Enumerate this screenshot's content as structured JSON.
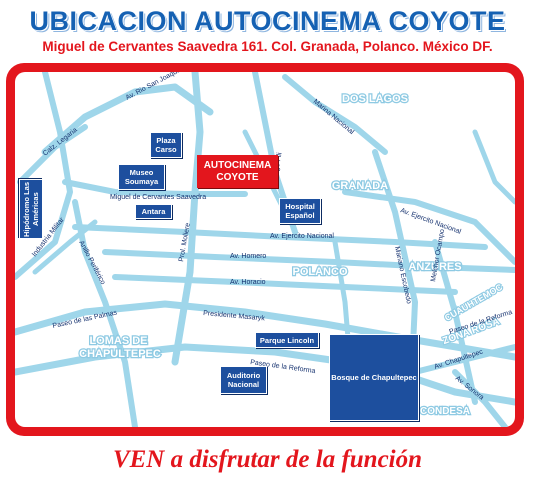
{
  "title": "UBICACION AUTOCINEMA COYOTE",
  "address": "Miguel de Cervantes Saavedra 161. Col. Granada, Polanco. México DF.",
  "tagline": "VEN a disfrutar de la función",
  "colors": {
    "title_blue": "#1561b3",
    "frame_red": "#e3161d",
    "road_blue": "#9fd6ea",
    "box_navy": "#1d4f9e"
  },
  "highlight": "AUTOCINEMA COYOTE",
  "areas": {
    "dos_lagos": "DOS LAGOS",
    "granada": "GRANADA",
    "polanco": "POLANCO",
    "anzures": "ANZURES",
    "cuauhtemoc": "CUAUHTEMOC",
    "zona_rosa": "ZONA ROSA",
    "lomas": "LOMAS DE CHAPULTEPEC",
    "condesa": "CONDESA"
  },
  "places": {
    "plaza_carso": "Plaza Carso",
    "museo_soumaya": "Museo Soumaya",
    "antara": "Antara",
    "hipodromo": "Hipódromo Las Américas",
    "hospital": "Hospital Español",
    "parque_lincoln": "Parque Lincoln",
    "auditorio": "Auditorio Nacional",
    "bosque": "Bosque de Chapultepec"
  },
  "streets": {
    "rio_san_joaquin": "Av. Rio San Joaquin",
    "legaria": "Calz. Legaria",
    "marina": "Marina Nacional",
    "lago_fili": "Lago Fili",
    "cervantes": "Miguel de Cervantes Saavedra",
    "ejercito_1": "Av. Ejercito Nacional",
    "ejercito_2": "Av. Ejercito Nacional",
    "homero": "Av. Homero",
    "horacio": "Av. Horacio",
    "masaryk": "Presidente Masaryk",
    "palmas": "Paseo de las Palmas",
    "reforma_1": "Paseo de la Reforma",
    "reforma_2": "Paseo de la Reforma",
    "mariano": "Mariano Escobedo",
    "melchor": "Melchor Ocampo",
    "chapultepec": "Av. Chapultepec",
    "sonora": "Av. Sonora",
    "moliere": "Prol. Moliere",
    "periferico": "Anillo Periférico",
    "industria": "Industria Militar"
  }
}
